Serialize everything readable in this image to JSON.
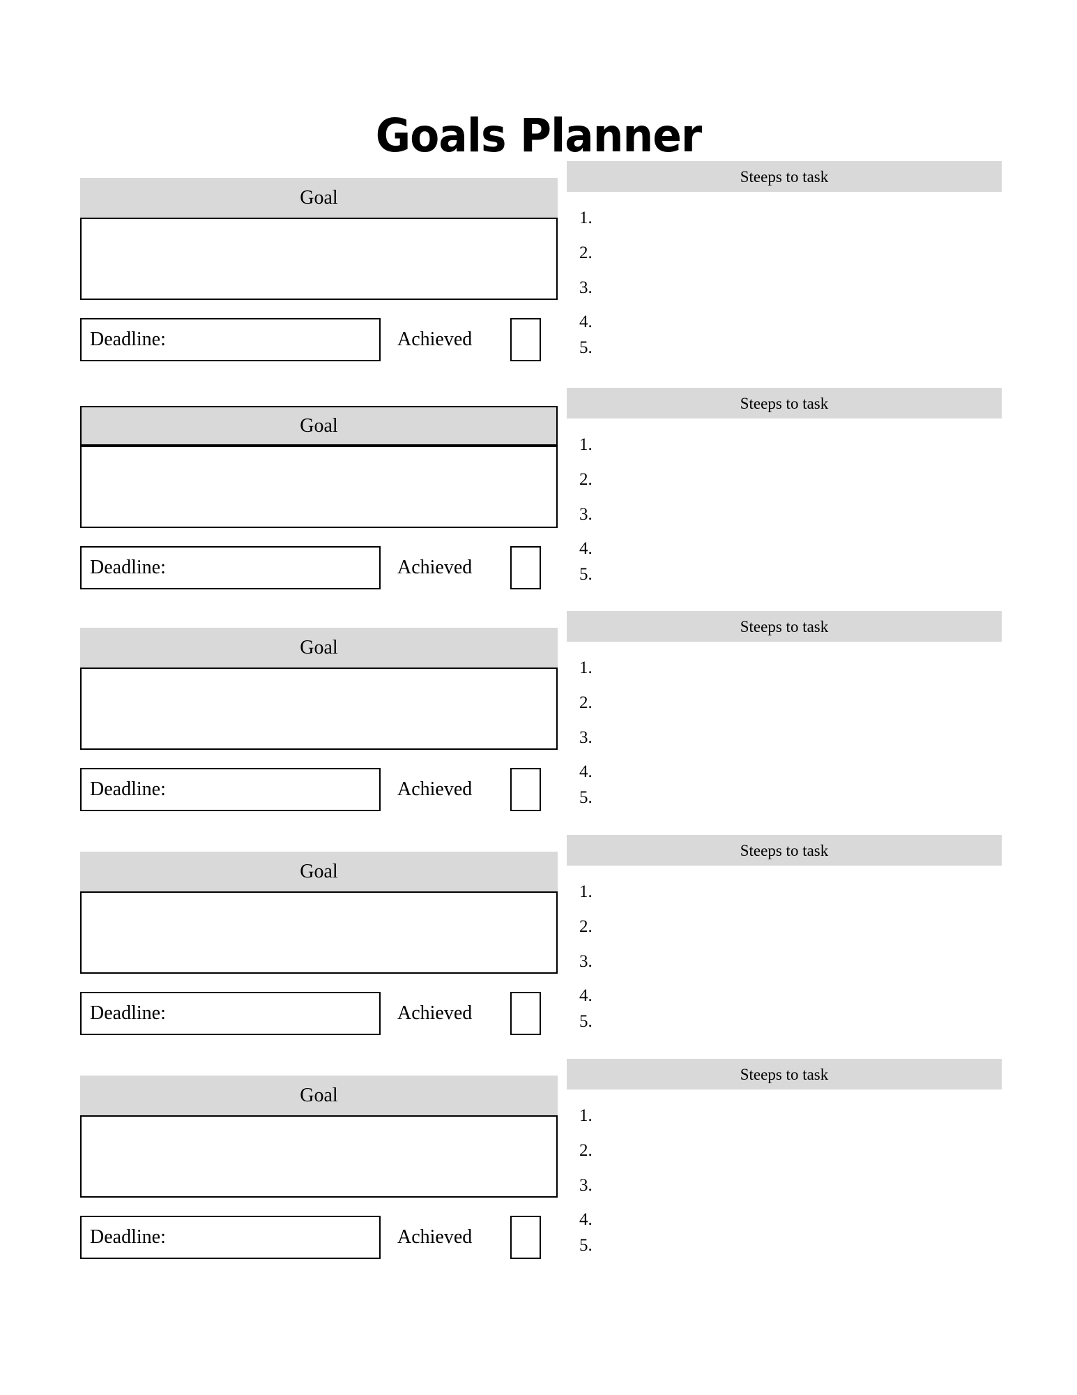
{
  "page": {
    "title": "Goals Planner",
    "background_color": "#ffffff",
    "header_fill_color": "#d9d9d9",
    "line_color": "#000000"
  },
  "labels": {
    "goal_header": "Goal",
    "steps_header": "Steeps to task",
    "deadline_label": "Deadline:",
    "achieved_label": "Achieved"
  },
  "step_numbers": [
    "1.",
    "2.",
    "3.",
    "4.",
    "5."
  ],
  "blocks": [
    {
      "goal_header": "Goal",
      "goal_value": "",
      "deadline_label": "Deadline:",
      "deadline_value": "",
      "achieved_label": "Achieved",
      "achieved_checked": false,
      "steps_header": "Steeps to task",
      "steps": [
        {
          "number": "1.",
          "text": ""
        },
        {
          "number": "2.",
          "text": ""
        },
        {
          "number": "3.",
          "text": ""
        },
        {
          "number": "4.",
          "text": ""
        },
        {
          "number": "5.",
          "text": ""
        }
      ]
    },
    {
      "goal_header": "Goal",
      "goal_value": "",
      "deadline_label": "Deadline:",
      "deadline_value": "",
      "achieved_label": "Achieved",
      "achieved_checked": false,
      "steps_header": "Steeps to task",
      "steps": [
        {
          "number": "1.",
          "text": ""
        },
        {
          "number": "2.",
          "text": ""
        },
        {
          "number": "3.",
          "text": ""
        },
        {
          "number": "4.",
          "text": ""
        },
        {
          "number": "5.",
          "text": ""
        }
      ]
    },
    {
      "goal_header": "Goal",
      "goal_value": "",
      "deadline_label": "Deadline:",
      "deadline_value": "",
      "achieved_label": "Achieved",
      "achieved_checked": false,
      "steps_header": "Steeps to task",
      "steps": [
        {
          "number": "1.",
          "text": ""
        },
        {
          "number": "2.",
          "text": ""
        },
        {
          "number": "3.",
          "text": ""
        },
        {
          "number": "4.",
          "text": ""
        },
        {
          "number": "5.",
          "text": ""
        }
      ]
    },
    {
      "goal_header": "Goal",
      "goal_value": "",
      "deadline_label": "Deadline:",
      "deadline_value": "",
      "achieved_label": "Achieved",
      "achieved_checked": false,
      "steps_header": "Steeps to task",
      "steps": [
        {
          "number": "1.",
          "text": ""
        },
        {
          "number": "2.",
          "text": ""
        },
        {
          "number": "3.",
          "text": ""
        },
        {
          "number": "4.",
          "text": ""
        },
        {
          "number": "5.",
          "text": ""
        }
      ]
    },
    {
      "goal_header": "Goal",
      "goal_value": "",
      "deadline_label": "Deadline:",
      "deadline_value": "",
      "achieved_label": "Achieved",
      "achieved_checked": false,
      "steps_header": "Steeps to task",
      "steps": [
        {
          "number": "1.",
          "text": ""
        },
        {
          "number": "2.",
          "text": ""
        },
        {
          "number": "3.",
          "text": ""
        },
        {
          "number": "4.",
          "text": ""
        },
        {
          "number": "5.",
          "text": ""
        }
      ]
    }
  ]
}
